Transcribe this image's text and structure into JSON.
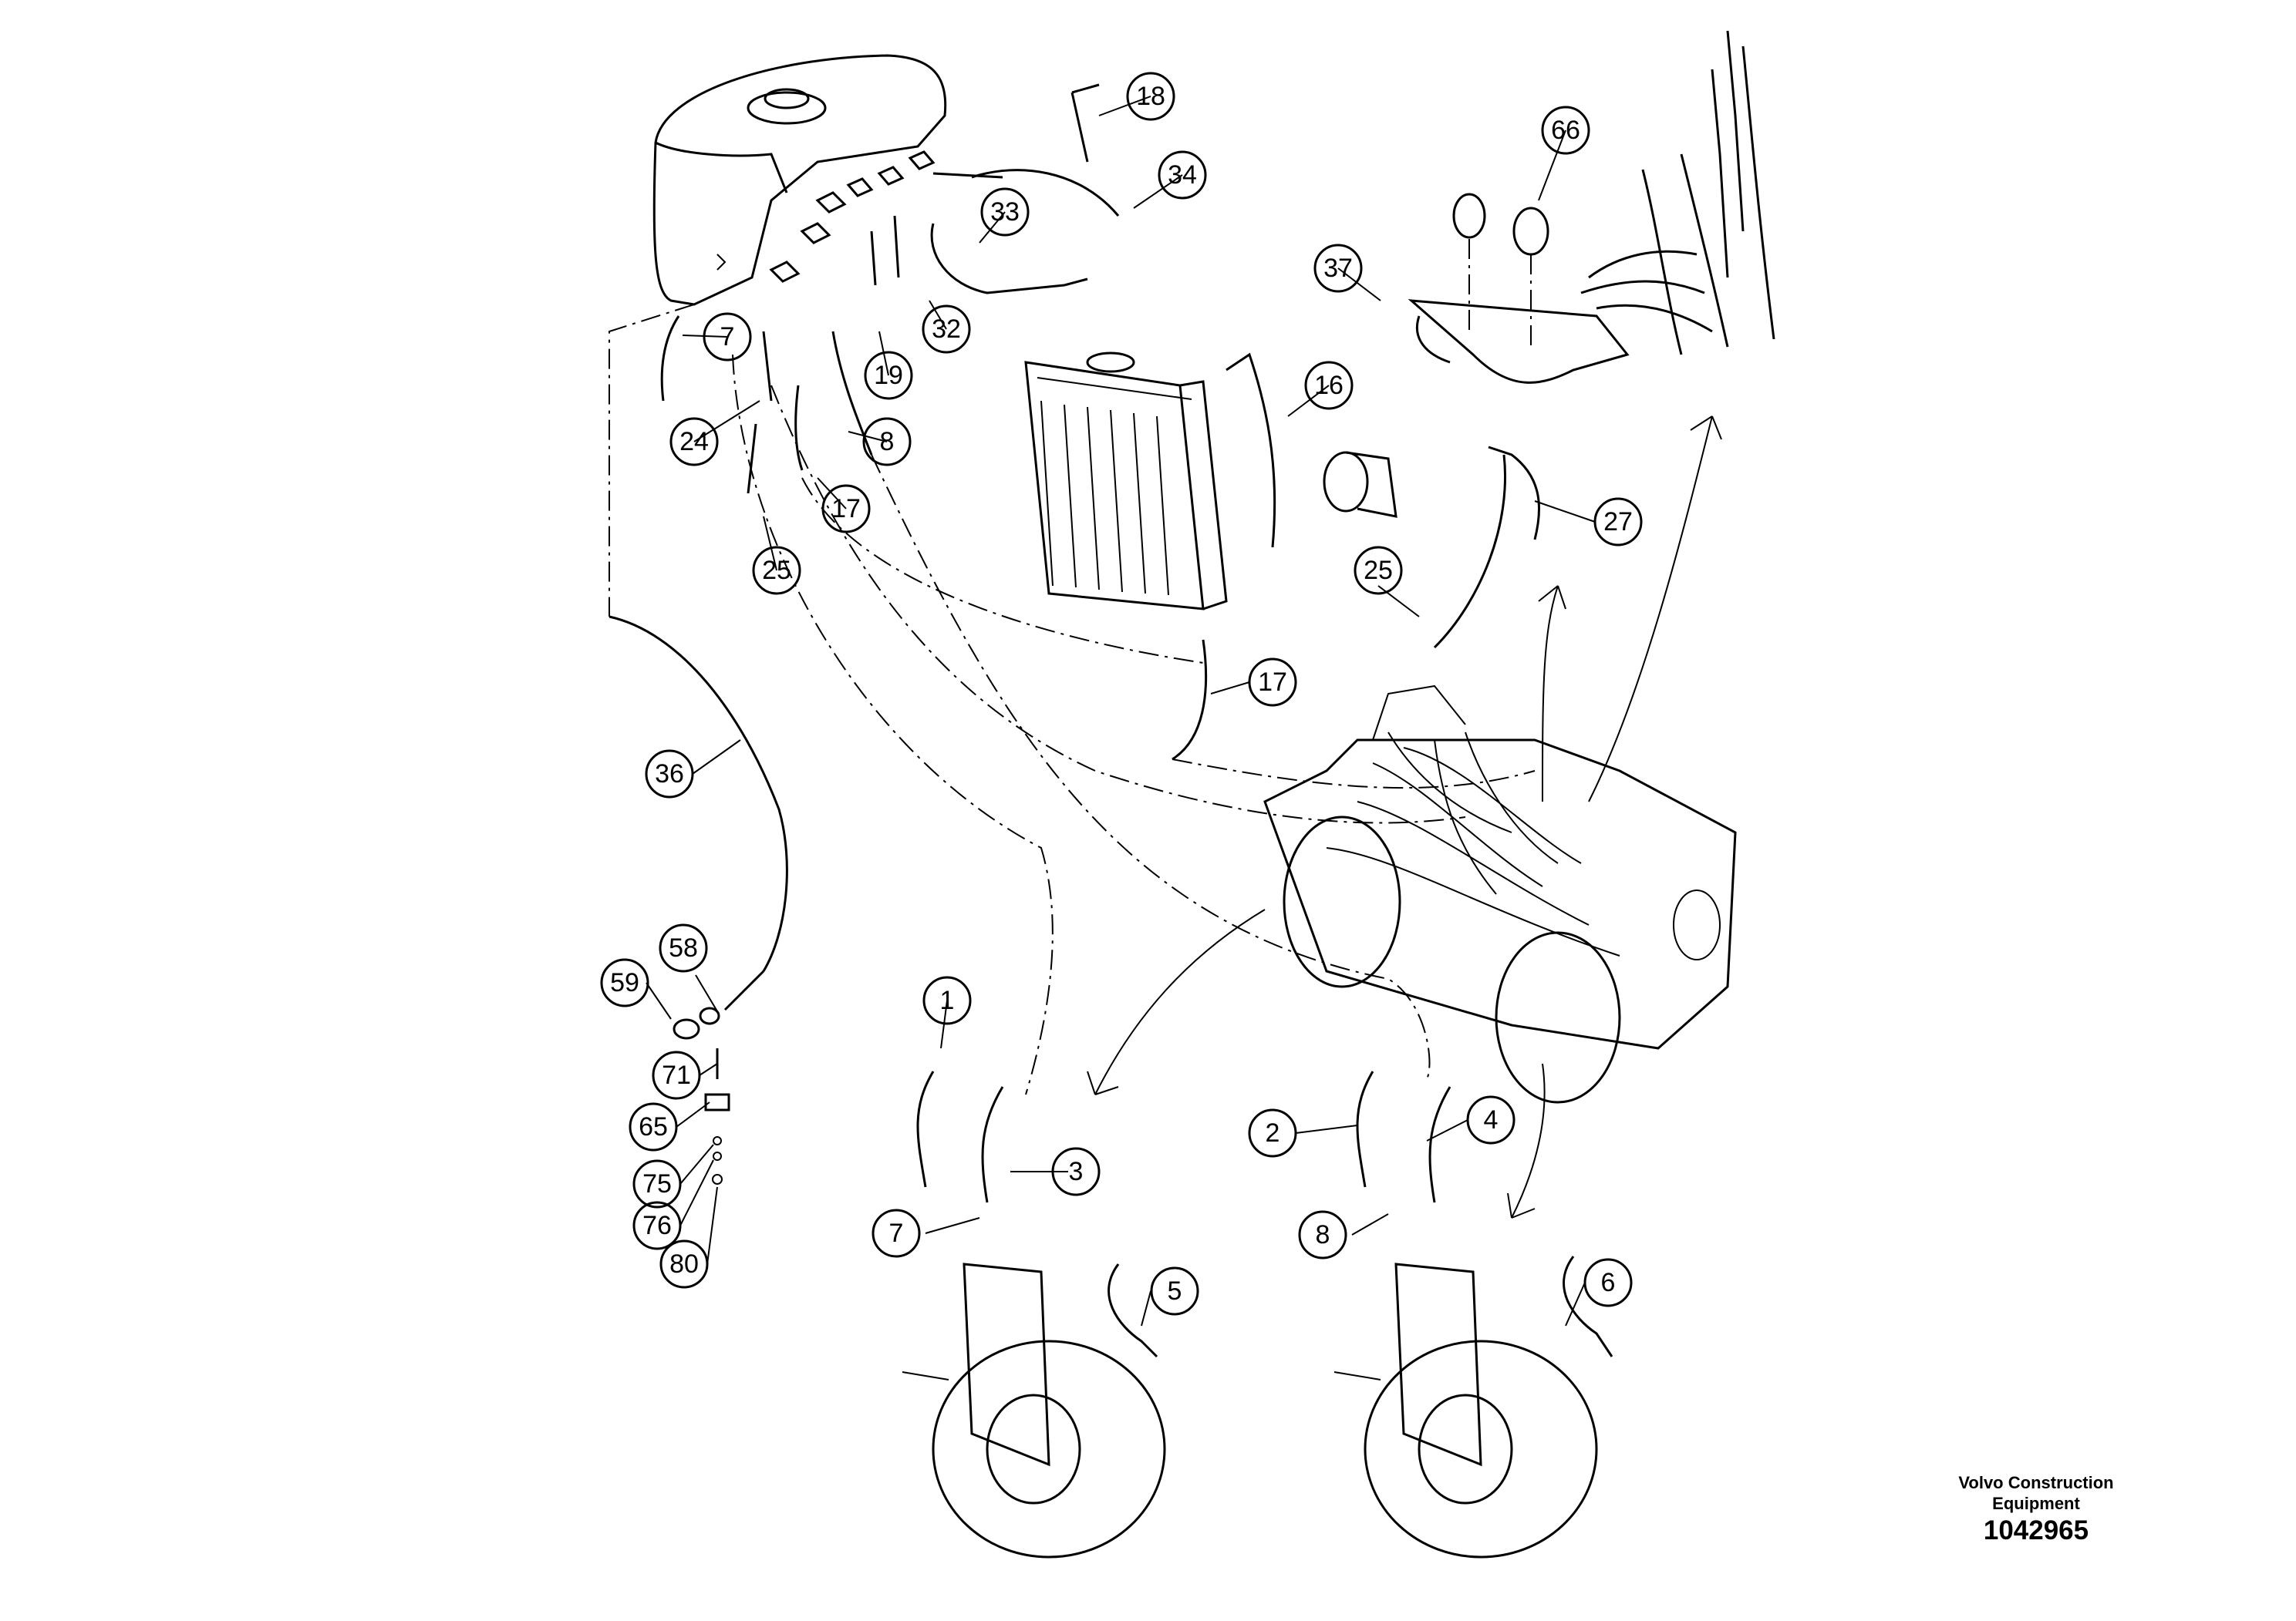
{
  "callouts": [
    {
      "id": "c18",
      "label": "18"
    },
    {
      "id": "c34",
      "label": "34"
    },
    {
      "id": "c33",
      "label": "33"
    },
    {
      "id": "c32",
      "label": "32"
    },
    {
      "id": "c19",
      "label": "19"
    },
    {
      "id": "c7a",
      "label": "7"
    },
    {
      "id": "c24",
      "label": "24"
    },
    {
      "id": "c8a",
      "label": "8"
    },
    {
      "id": "c17a",
      "label": "17"
    },
    {
      "id": "c25a",
      "label": "25"
    },
    {
      "id": "c16",
      "label": "16"
    },
    {
      "id": "c66",
      "label": "66"
    },
    {
      "id": "c37",
      "label": "37"
    },
    {
      "id": "c27",
      "label": "27"
    },
    {
      "id": "c25b",
      "label": "25"
    },
    {
      "id": "c17b",
      "label": "17"
    },
    {
      "id": "c36",
      "label": "36"
    },
    {
      "id": "c58",
      "label": "58"
    },
    {
      "id": "c59",
      "label": "59"
    },
    {
      "id": "c71",
      "label": "71"
    },
    {
      "id": "c65",
      "label": "65"
    },
    {
      "id": "c75",
      "label": "75"
    },
    {
      "id": "c76",
      "label": "76"
    },
    {
      "id": "c80",
      "label": "80"
    },
    {
      "id": "c1",
      "label": "1"
    },
    {
      "id": "c3",
      "label": "3"
    },
    {
      "id": "c7b",
      "label": "7"
    },
    {
      "id": "c5",
      "label": "5"
    },
    {
      "id": "c2",
      "label": "2"
    },
    {
      "id": "c4",
      "label": "4"
    },
    {
      "id": "c8b",
      "label": "8"
    },
    {
      "id": "c6",
      "label": "6"
    }
  ],
  "footer": {
    "brand_line1": "Volvo Construction",
    "brand_line2": "Equipment",
    "doc_number": "1042965"
  }
}
